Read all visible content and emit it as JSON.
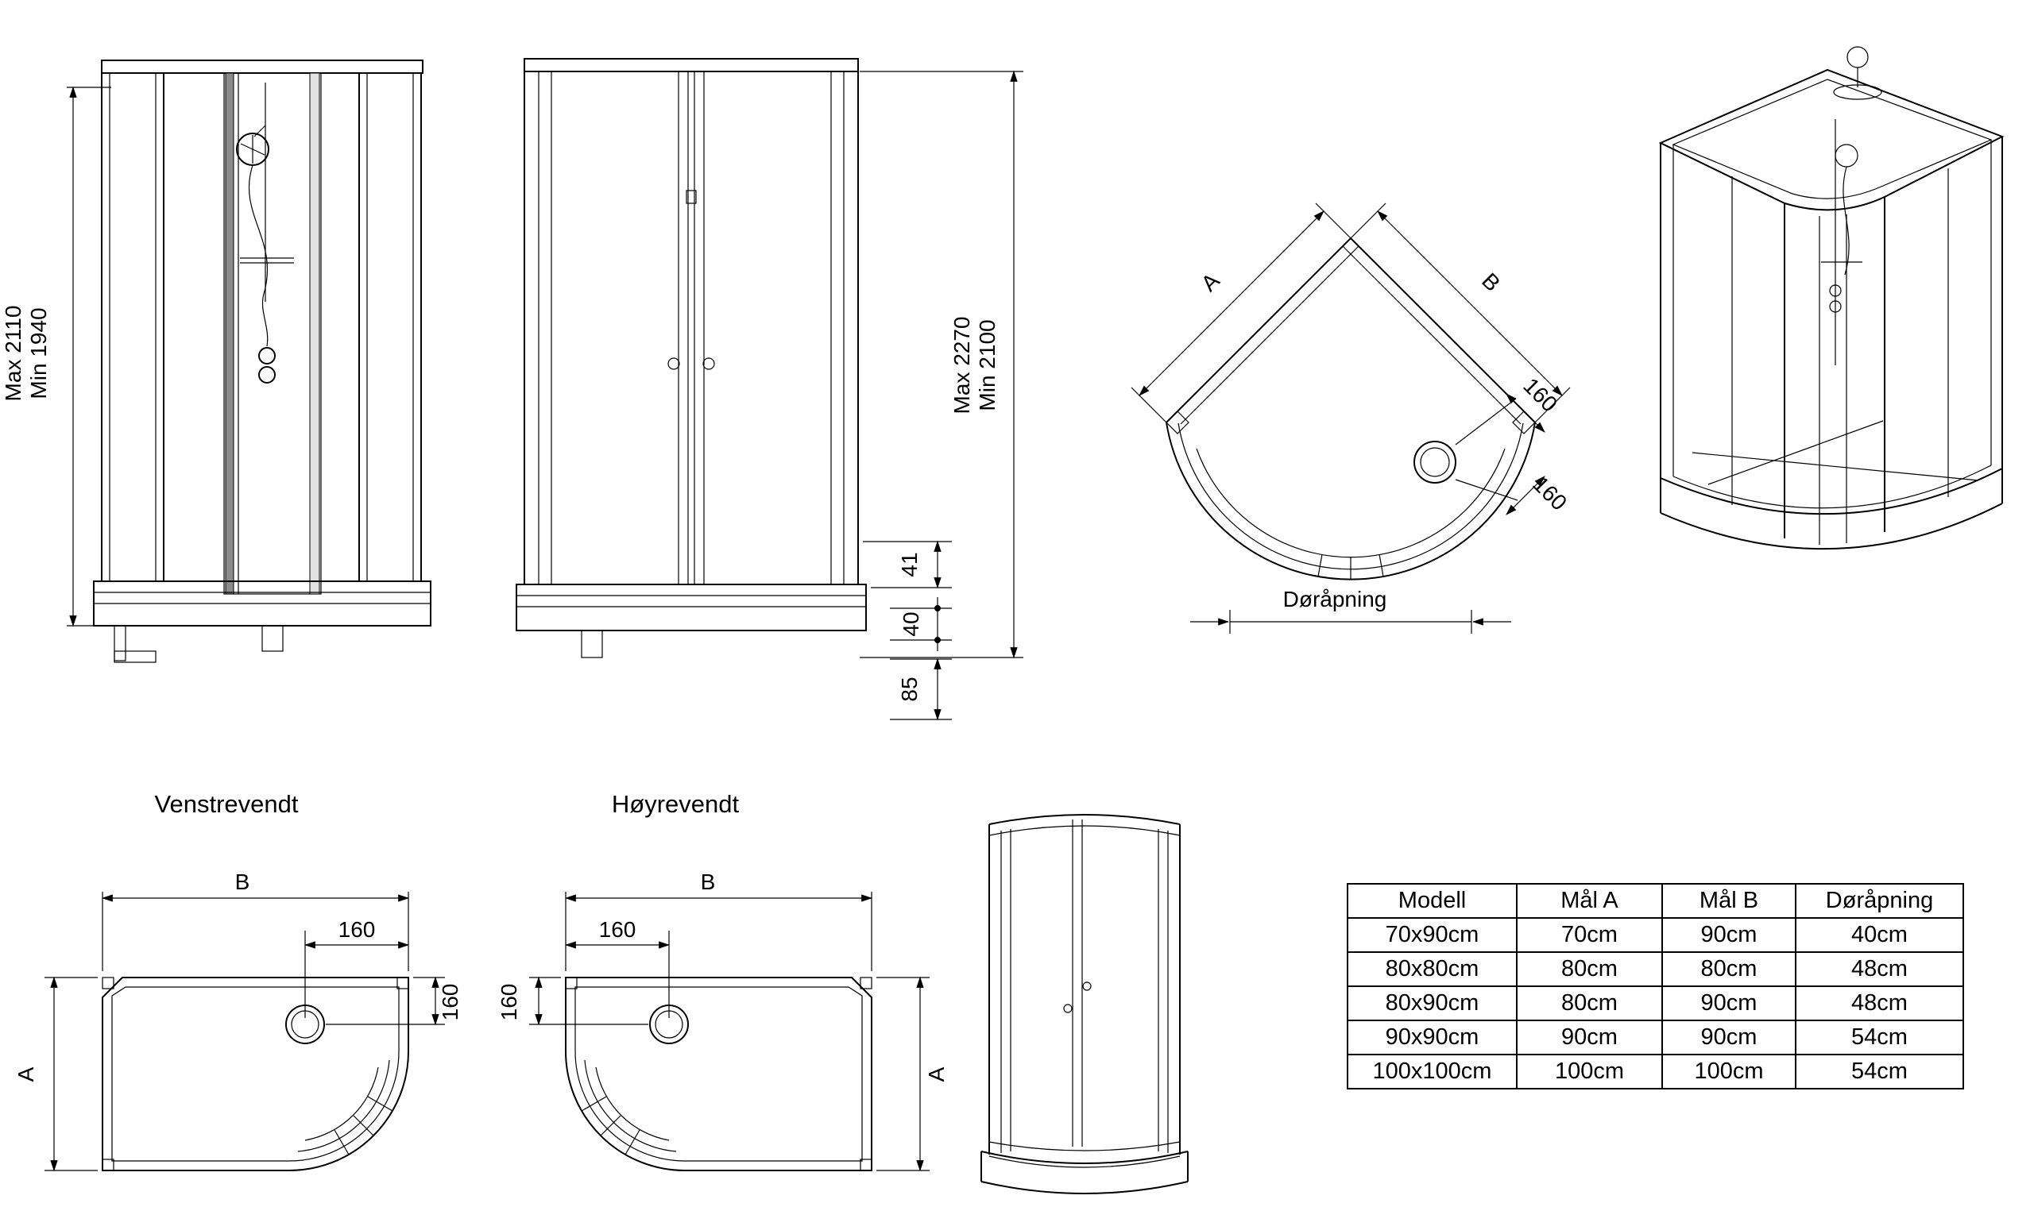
{
  "views": {
    "side": {
      "max_height": "Max 2110",
      "min_height": "Min 1940"
    },
    "front": {
      "max_height": "Max 2270",
      "min_height": "Min 2100",
      "dim_glass_gap": "41",
      "dim_tray_height": "40",
      "dim_floor_gap": "85"
    },
    "plan": {
      "dim_a": "A",
      "dim_b": "B",
      "drain_offset_1": "160",
      "drain_offset_2": "160",
      "door_opening_label": "Døråpning"
    },
    "left_oriented": {
      "title": "Venstrevendt",
      "dim_a": "A",
      "dim_b": "B",
      "drain_offset_h": "160",
      "drain_offset_v": "160"
    },
    "right_oriented": {
      "title": "Høyrevendt",
      "dim_a": "A",
      "dim_b": "B",
      "drain_offset_h": "160",
      "drain_offset_v": "160"
    }
  },
  "table": {
    "headers": [
      "Modell",
      "Mål A",
      "Mål B",
      "Døråpning"
    ],
    "rows": [
      [
        "70x90cm",
        "70cm",
        "90cm",
        "40cm"
      ],
      [
        "80x80cm",
        "80cm",
        "80cm",
        "48cm"
      ],
      [
        "80x90cm",
        "80cm",
        "90cm",
        "48cm"
      ],
      [
        "90x90cm",
        "90cm",
        "90cm",
        "54cm"
      ],
      [
        "100x100cm",
        "100cm",
        "100cm",
        "54cm"
      ]
    ]
  },
  "colors": {
    "line": "#000000",
    "background": "#ffffff",
    "panel_shade": "#8c8c8c"
  }
}
